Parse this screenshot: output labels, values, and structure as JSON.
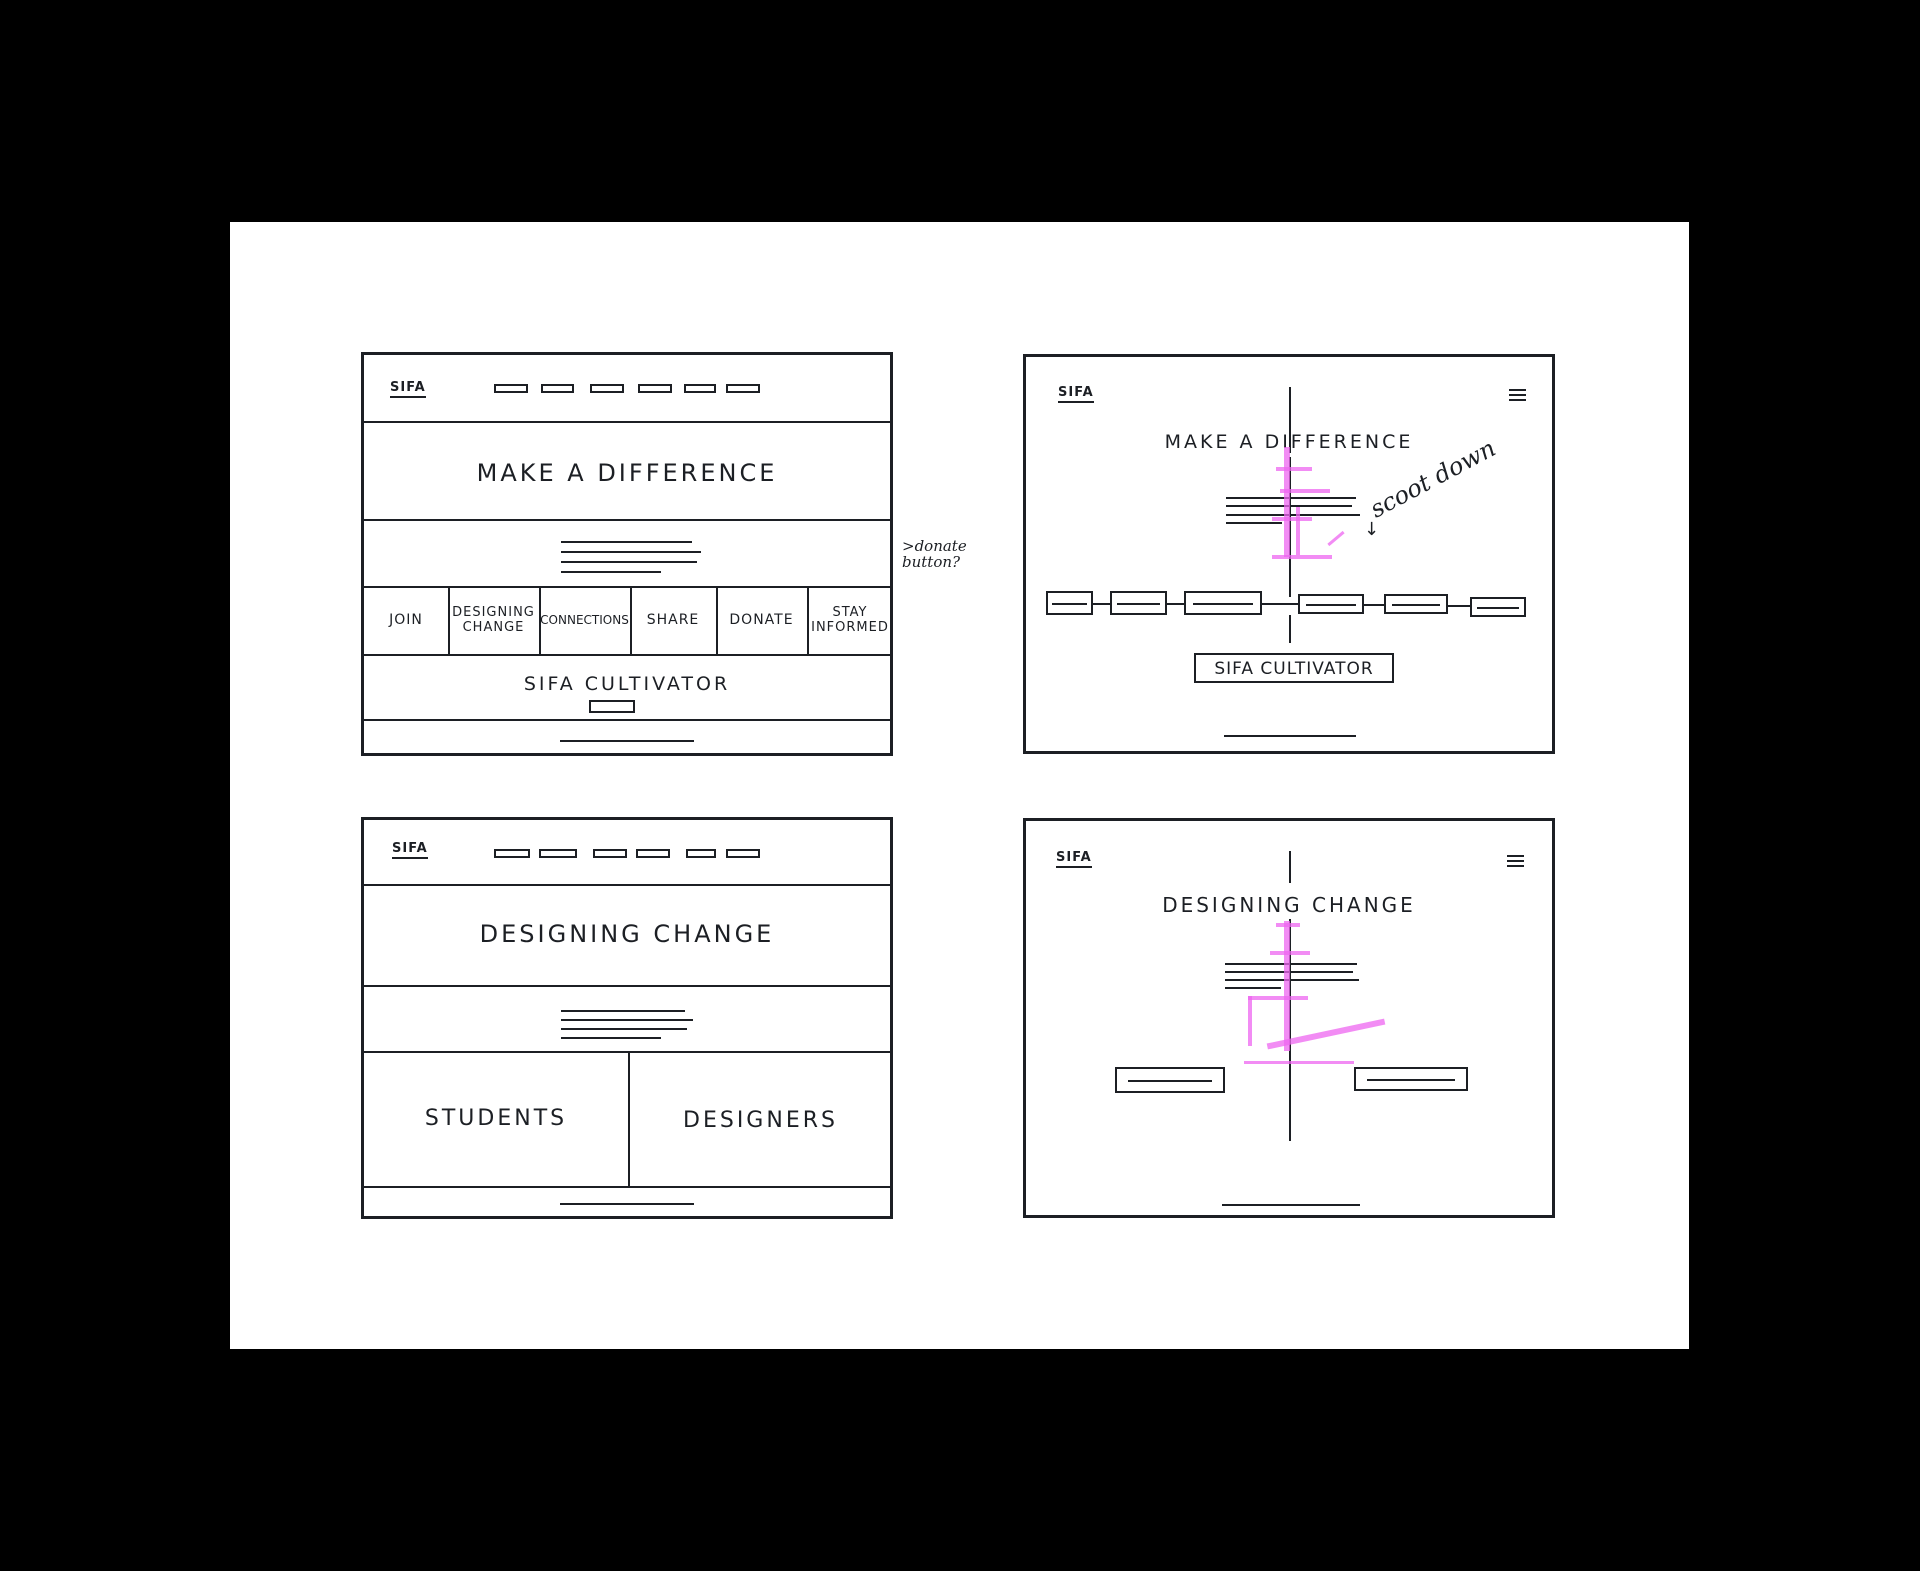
{
  "logo": "SIFA",
  "sketch1": {
    "heading": "MAKE A DIFFERENCE",
    "cells": [
      "JOIN",
      "DESIGNING\nCHANGE",
      "CONNECTIONS",
      "SHARE",
      "DONATE",
      "STAY\nINFORMED"
    ],
    "cultivator": "SIFA CULTIVATOR",
    "side_note": ">donate\nbutton?"
  },
  "sketch2": {
    "heading": "MAKE A DIFFERENCE",
    "cultivator_button": "SIFA CULTIVATOR",
    "note": "scoot down"
  },
  "sketch3": {
    "heading": "DESIGNING CHANGE",
    "left_panel": "STUDENTS",
    "right_panel": "DESIGNERS"
  },
  "sketch4": {
    "heading": "DESIGNING CHANGE"
  },
  "colors": {
    "background": "#000000",
    "paper": "#ffffff",
    "ink": "#1c1f24",
    "highlighter": "#ee66f0"
  },
  "icons": [
    "menu-icon",
    "arrow-icon"
  ]
}
